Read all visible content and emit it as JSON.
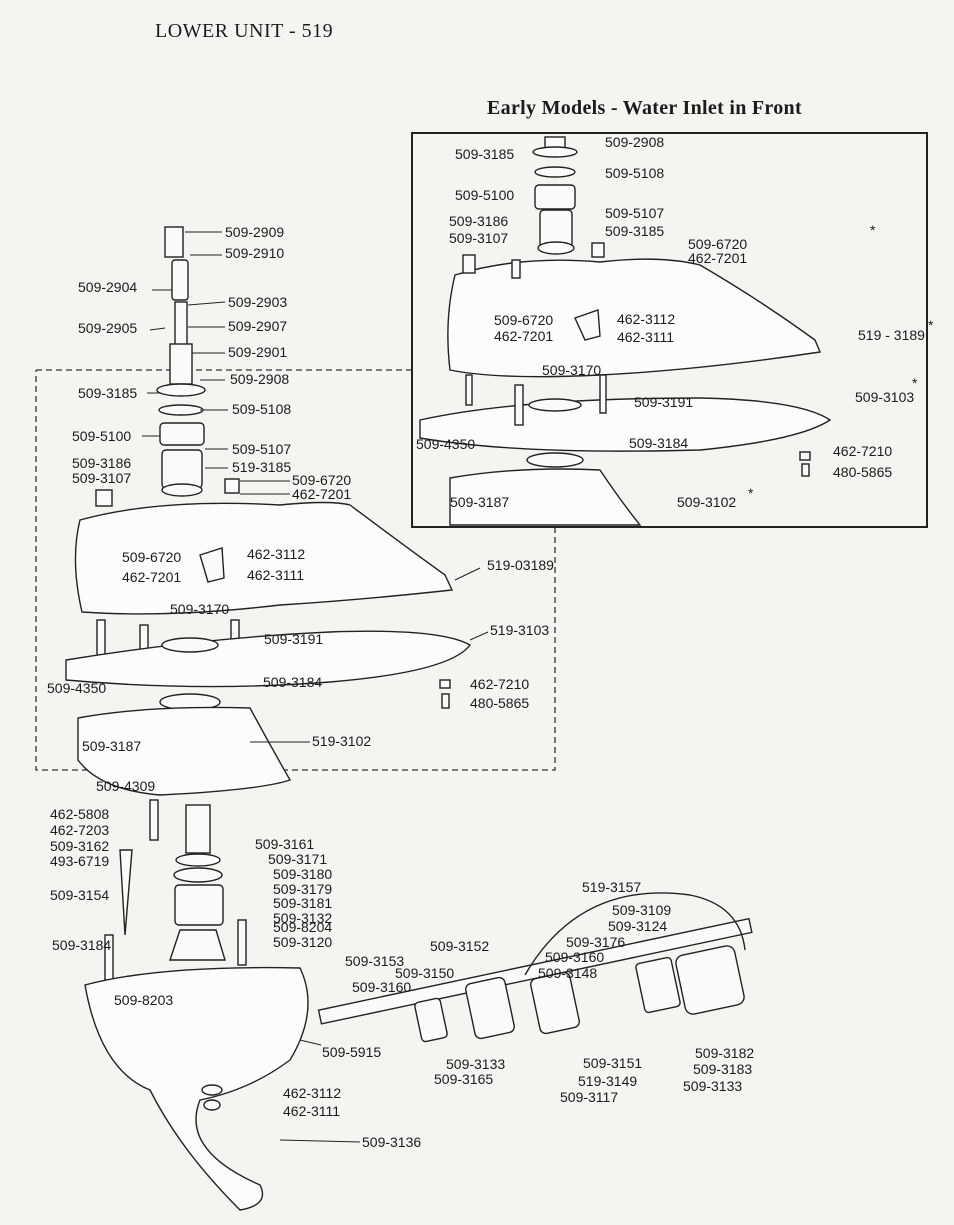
{
  "page_title": "LOWER UNIT - 519",
  "inset_title": "Early Models - Water Inlet in Front",
  "main_labels": [
    "509-2909",
    "509-2910",
    "509-2904",
    "509-2903",
    "509-2905",
    "509-2907",
    "509-2901",
    "509-3185",
    "509-2908",
    "509-5108",
    "509-5100",
    "509-5107",
    "509-3186",
    "519-3185",
    "509-3107",
    "509-6720",
    "462-7201",
    "509-6720",
    "462-7201",
    "462-3112",
    "462-3111",
    "519-03189",
    "509-3170",
    "509-3191",
    "519-3103",
    "509-4350",
    "509-3184",
    "462-7210",
    "480-5865",
    "509-3187",
    "519-3102",
    "509-4309",
    "462-5808",
    "462-7203",
    "509-3162",
    "493-6719",
    "509-3161",
    "509-3171",
    "509-3180",
    "509-3179",
    "509-3181",
    "509-3132",
    "509-3154",
    "509-8204",
    "509-3184",
    "509-3120",
    "509-8203",
    "509-5915",
    "462-3112",
    "462-3111",
    "509-3136"
  ],
  "inset_labels": [
    "509-3185",
    "509-2908",
    "509-5108",
    "509-5100",
    "509-3186",
    "509-5107",
    "509-3107",
    "509-3185",
    "509-6720",
    "462-7201",
    "509-6720",
    "462-3112",
    "462-7201",
    "462-3111",
    "519 - 3189",
    "509-3170",
    "509-3191",
    "509-3103",
    "509-4350",
    "509-3184",
    "462-7210",
    "480-5865",
    "509-3187",
    "509-3102"
  ],
  "gear_labels": [
    "519-3157",
    "509-3109",
    "509-3124",
    "509-3176",
    "509-3152",
    "509-3160",
    "509-3148",
    "509-3153",
    "509-3150",
    "509-3160",
    "509-3133",
    "509-3165",
    "509-3151",
    "519-3149",
    "509-3117",
    "509-3182",
    "509-3183",
    "509-3133"
  ]
}
